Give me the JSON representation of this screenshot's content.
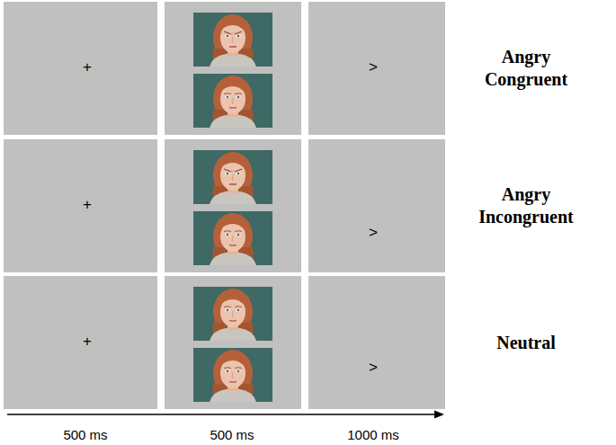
{
  "diagram": {
    "nodes": [
      {
        "text": [
          "+"
        ]
      },
      {
        "text": [
          ">"
        ]
      },
      {
        "text": [
          "+"
        ]
      },
      {
        "text": [
          ">"
        ]
      },
      {
        "text": [
          "+"
        ]
      },
      {
        "text": [
          ">"
        ]
      }
    ],
    "labels": [
      "Angry Congruent",
      "Angry Incongruent",
      "Neutral",
      "500 ms",
      "500 ms",
      "1000 ms"
    ]
  }
}
